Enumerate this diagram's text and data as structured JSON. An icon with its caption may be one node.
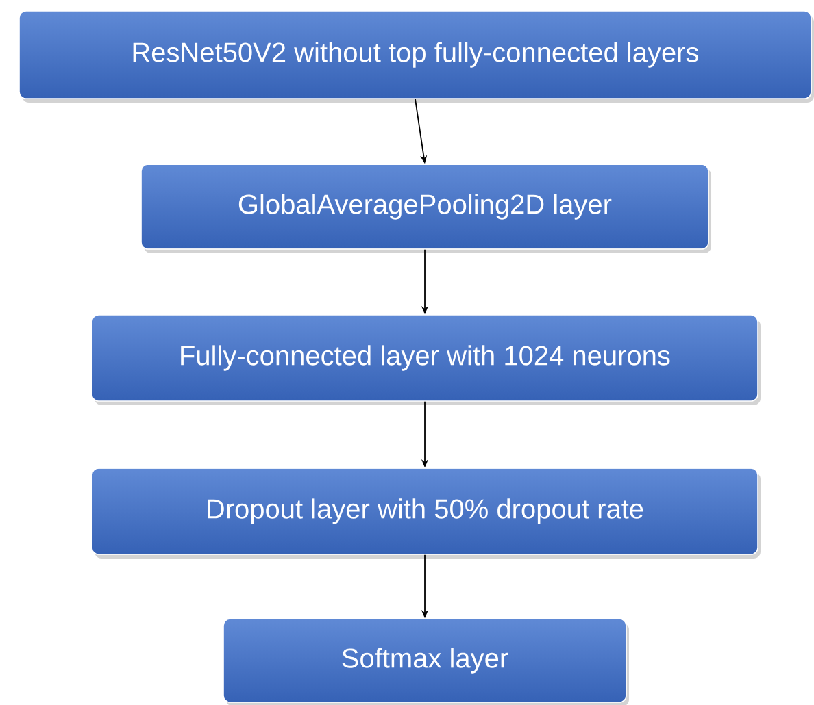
{
  "diagram": {
    "nodes": [
      {
        "text": [
          "ResNet50V2 without top fully-connected layers"
        ]
      },
      {
        "text": [
          "GlobalAveragePooling2D layer"
        ]
      },
      {
        "text": [
          "Fully-connected layer with 1024 neurons"
        ]
      },
      {
        "text": [
          "Dropout layer with 50% dropout rate"
        ]
      },
      {
        "text": [
          "Softmax layer"
        ]
      }
    ],
    "edges": [
      {
        "from": 0,
        "to": 1,
        "arrow": "to"
      },
      {
        "from": 1,
        "to": 2,
        "arrow": "to"
      },
      {
        "from": 2,
        "to": 3,
        "arrow": "to"
      },
      {
        "from": 3,
        "to": 4,
        "arrow": "to"
      }
    ]
  }
}
